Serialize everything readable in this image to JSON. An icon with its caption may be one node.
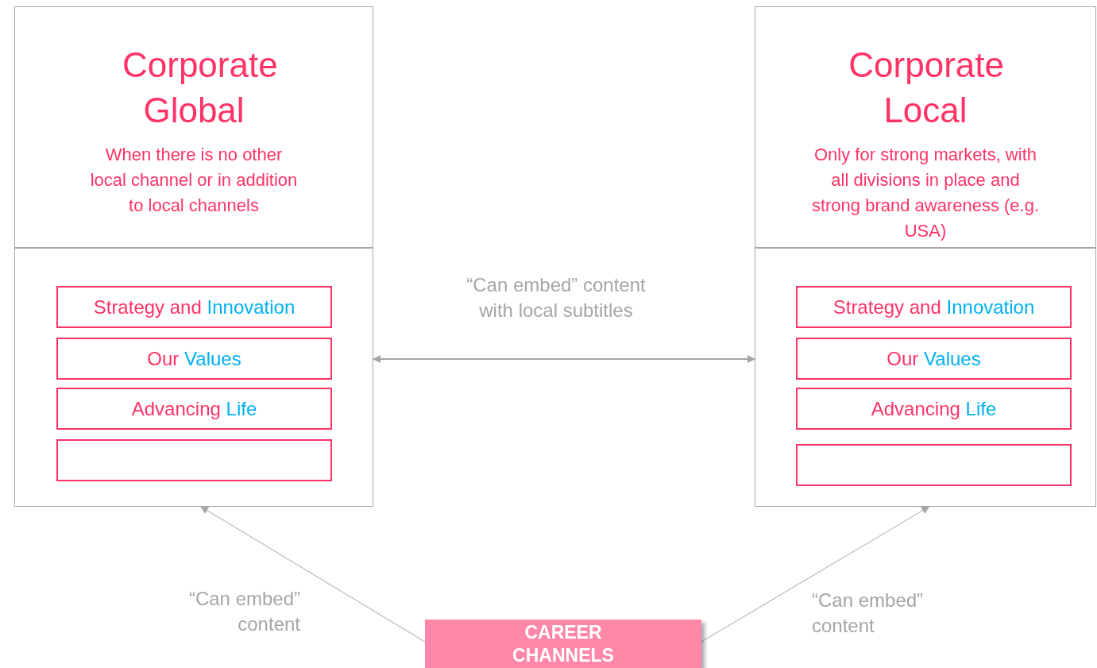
{
  "diagram": {
    "nodes": [
      {
        "text": [
          "Corporate Global",
          "When there is no other local channel or in addition to local channels"
        ]
      },
      {
        "text": [],
        "shape": "box"
      },
      {
        "text": [
          "Strategy and",
          "Innovation"
        ],
        "in": 1
      },
      {
        "text": [
          "Our",
          "Values"
        ],
        "in": 1
      },
      {
        "text": [
          "Advancing",
          "Life"
        ],
        "in": 1
      },
      {
        "text": [],
        "shape": "box",
        "in": 1
      },
      {
        "text": [
          "Corporate Local",
          "Only for strong markets, with all divisions in place and  strong brand awareness  (e.g. USA)"
        ]
      },
      {
        "text": [],
        "shape": "box"
      },
      {
        "text": [
          "Strategy and",
          "Innovation"
        ],
        "in": 7
      },
      {
        "text": [
          "Our",
          "Values"
        ],
        "in": 7
      },
      {
        "text": [
          "Advancing",
          "Life"
        ],
        "in": 7
      },
      {
        "text": [],
        "shape": "box",
        "in": 7
      },
      {
        "text": [
          "CAREER CHANNELS"
        ]
      }
    ],
    "edges": [
      {
        "from": 12,
        "to": 1,
        "arrow": "to",
        "label": "“Can embed” content"
      },
      {
        "from": 12,
        "to": 7,
        "arrow": "to",
        "label": "“Can embed” content"
      },
      {
        "from": 1,
        "to": 7,
        "arrow": "both",
        "label": "“Can embed” content with local subtitles"
      }
    ]
  }
}
